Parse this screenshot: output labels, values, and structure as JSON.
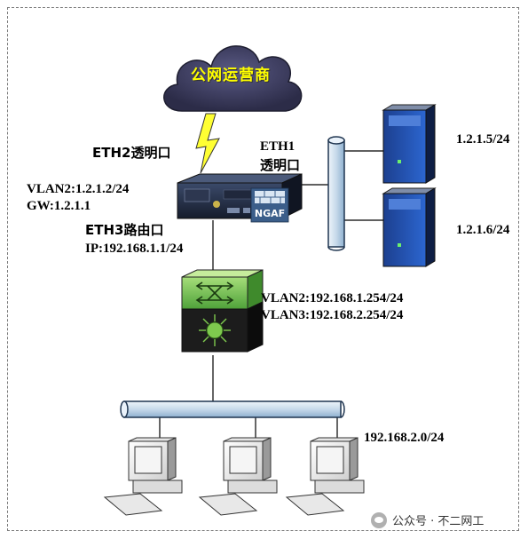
{
  "cloud": {
    "label": "公网运营商"
  },
  "firewall": {
    "eth2_label": "ETH2透明口",
    "vlan_label": "VLAN2:1.2.1.2/24",
    "gw_label": "GW:1.2.1.1",
    "eth3_label": "ETH3路由口",
    "eth3_ip_label": "IP:192.168.1.1/24",
    "eth1_line1": "ETH1",
    "eth1_line2": "透明口",
    "badge": "NGAF"
  },
  "servers": [
    {
      "ip": "1.2.1.5/24"
    },
    {
      "ip": "1.2.1.6/24"
    }
  ],
  "l3switch": {
    "vlan2_label": "VLAN2:192.168.1.254/24",
    "vlan3_label": "VLAN3:192.168.2.254/24"
  },
  "lan": {
    "subnet_label": "192.168.2.0/24",
    "pc_count": 3
  },
  "watermark": {
    "text": "公众号 · 不二网工"
  },
  "colors": {
    "bus": "#c6d9ea",
    "bus_stroke": "#1f3550",
    "server_front": "#1d4fb0",
    "switch_top": "#6dc24b",
    "switch_body": "#1b1b1b",
    "cloud": "#3f3f68",
    "lightning": "#ffff33"
  }
}
